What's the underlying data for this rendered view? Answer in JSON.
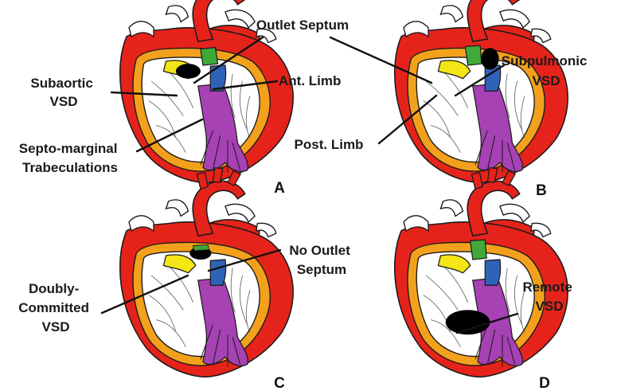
{
  "colors": {
    "heart_red": "#e5231b",
    "outline": "#1a1a1a",
    "outflow_orange": "#f3a11c",
    "vessel_white": "#ffffff",
    "outlet_septum_green": "#3faa3a",
    "anterior_limb_blue": "#2f63b8",
    "posterior_limb_yellow": "#f4e516",
    "trabeculation_purple": "#a642b4",
    "vsd_black": "#000000"
  },
  "panels": [
    {
      "id": "A",
      "label": "A",
      "variant": "subaortic",
      "labels": [
        {
          "id": "outlet_septum",
          "lines": [
            "Outlet Septum"
          ]
        },
        {
          "id": "subaortic_vsd",
          "lines": [
            "Subaortic",
            "VSD"
          ]
        },
        {
          "id": "ant_limb",
          "lines": [
            "Ant. Limb"
          ]
        },
        {
          "id": "septo_marginal",
          "lines": [
            "Septo-marginal",
            "Trabeculations"
          ]
        }
      ]
    },
    {
      "id": "B",
      "label": "B",
      "variant": "subpulmonic",
      "labels": [
        {
          "id": "subpulmonic_vsd",
          "lines": [
            "Subpulmonic",
            "VSD"
          ]
        },
        {
          "id": "post_limb",
          "lines": [
            "Post. Limb"
          ]
        }
      ]
    },
    {
      "id": "C",
      "label": "C",
      "variant": "doubly_committed",
      "labels": [
        {
          "id": "no_outlet_septum",
          "lines": [
            "No Outlet",
            "Septum"
          ]
        },
        {
          "id": "doubly_committed_vsd",
          "lines": [
            "Doubly-",
            "Committed",
            "VSD"
          ]
        }
      ]
    },
    {
      "id": "D",
      "label": "D",
      "variant": "remote",
      "labels": [
        {
          "id": "remote_vsd",
          "lines": [
            "Remote",
            "VSD"
          ]
        }
      ]
    }
  ]
}
